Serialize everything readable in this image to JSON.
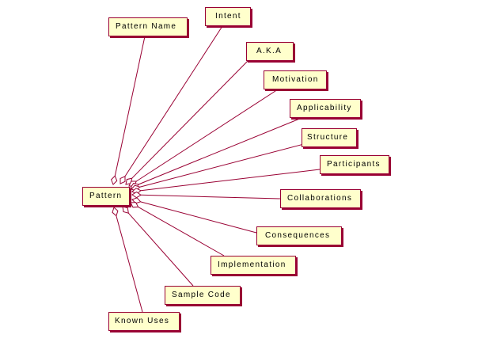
{
  "diagram": {
    "center": {
      "label": "Pattern"
    },
    "parts": [
      {
        "id": "pattern-name",
        "label": "Pattern Name"
      },
      {
        "id": "intent",
        "label": "Intent"
      },
      {
        "id": "aka",
        "label": "A.K.A"
      },
      {
        "id": "motivation",
        "label": "Motivation"
      },
      {
        "id": "applicability",
        "label": "Applicability"
      },
      {
        "id": "structure",
        "label": "Structure"
      },
      {
        "id": "participants",
        "label": "Participants"
      },
      {
        "id": "collaborations",
        "label": "Collaborations"
      },
      {
        "id": "consequences",
        "label": "Consequences"
      },
      {
        "id": "implementation",
        "label": "Implementation"
      },
      {
        "id": "sample-code",
        "label": "Sample Code"
      },
      {
        "id": "known-uses",
        "label": "Known Uses"
      }
    ]
  },
  "colors": {
    "box_fill": "#ffffcc",
    "line": "#990033"
  }
}
